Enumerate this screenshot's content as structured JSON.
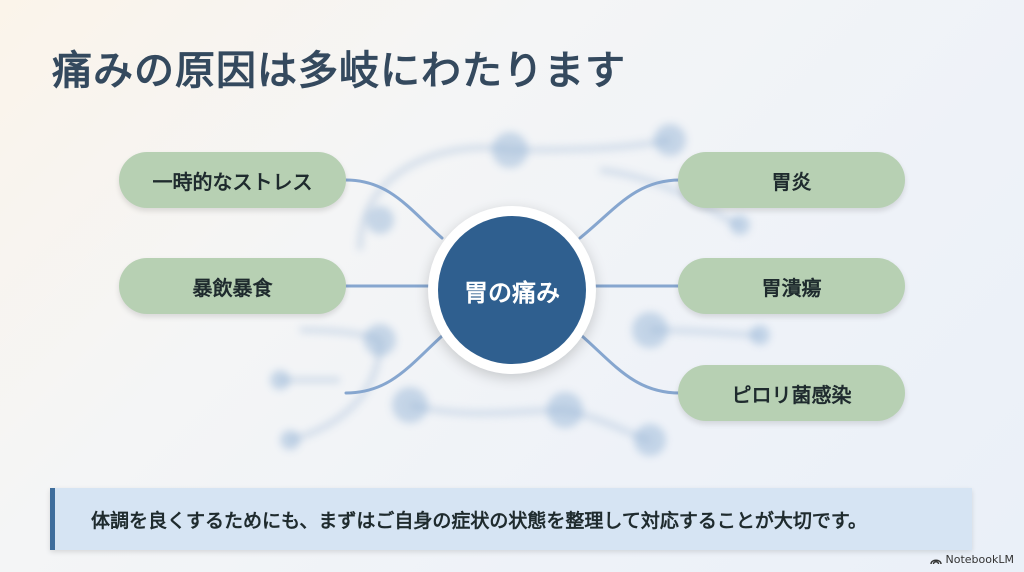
{
  "title": "痛みの原因は多岐にわたります",
  "center": "胃の痛み",
  "left_items": [
    "一時的なストレス",
    "暴飲暴食"
  ],
  "right_items": [
    "胃炎",
    "胃潰瘍",
    "ピロリ菌感染"
  ],
  "footer": "体調を良くするためにも、まずはご自身の症状の状態を整理して対応することが大切です。",
  "brand": "NotebookLM",
  "colors": {
    "pill": "#b7d0b3",
    "center": "#2f5f8f",
    "connector": "#86a6cf",
    "title": "#34495e",
    "footer_bg": "#d6e4f3",
    "footer_accent": "#3e6d9c"
  }
}
